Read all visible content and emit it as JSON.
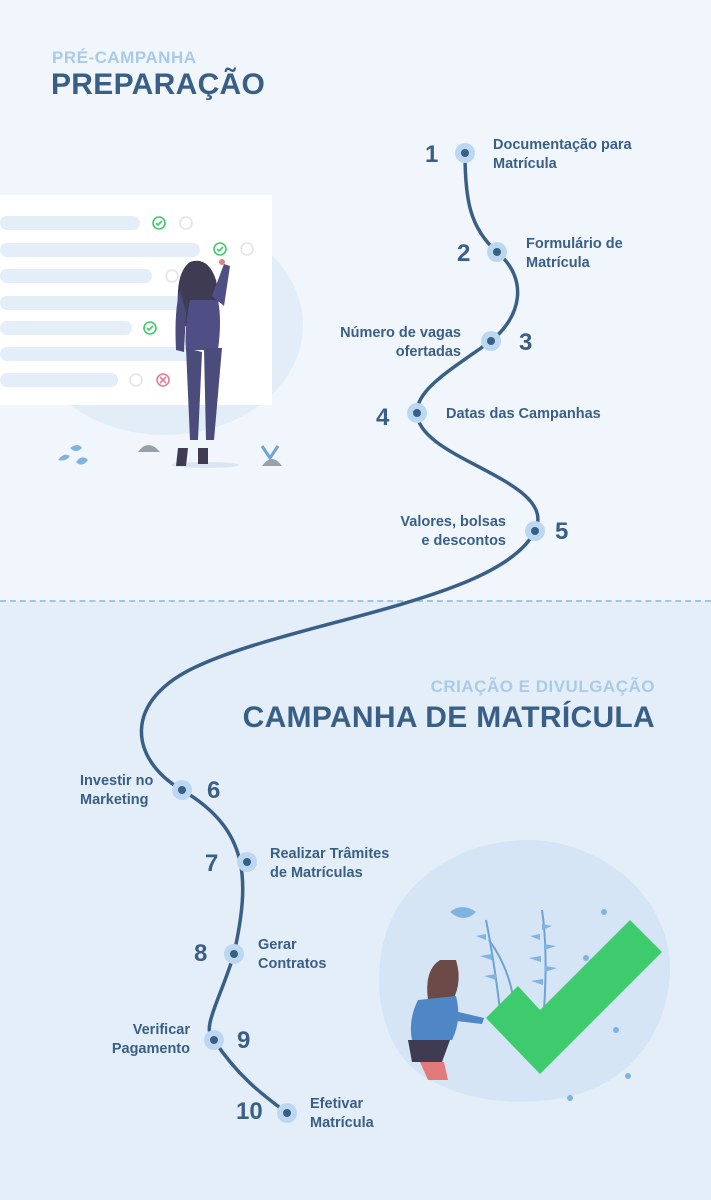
{
  "precampaign": {
    "kicker": "PRÉ-CAMPANHA",
    "title": "PREPARAÇÃO"
  },
  "campaign": {
    "kicker": "CRIAÇÃO E DIVULGAÇÃO",
    "title": "CAMPANHA DE MATRÍCULA"
  },
  "steps": [
    {
      "number": "1",
      "line1": "Documentação para",
      "line2": "Matrícula"
    },
    {
      "number": "2",
      "line1": "Formulário de",
      "line2": "Matrícula"
    },
    {
      "number": "3",
      "line1": "Número de vagas",
      "line2": "ofertadas"
    },
    {
      "number": "4",
      "line1": "Datas das Campanhas",
      "line2": ""
    },
    {
      "number": "5",
      "line1": "Valores, bolsas",
      "line2": "e descontos"
    },
    {
      "number": "6",
      "line1": "Investir no",
      "line2": "Marketing"
    },
    {
      "number": "7",
      "line1": "Realizar Trâmites",
      "line2": "de Matrículas"
    },
    {
      "number": "8",
      "line1": "Gerar",
      "line2": "Contratos"
    },
    {
      "number": "9",
      "line1": "Verificar",
      "line2": "Pagamento"
    },
    {
      "number": "10",
      "line1": "Efetivar",
      "line2": "Matrícula"
    }
  ],
  "colors": {
    "path": "#3a5f86",
    "accent": "#a9cbe8",
    "check_green": "#3ecb6e"
  },
  "illustrations": {
    "top": "woman-ticking-checklist",
    "bottom": "woman-with-large-checkmark-and-plants"
  }
}
